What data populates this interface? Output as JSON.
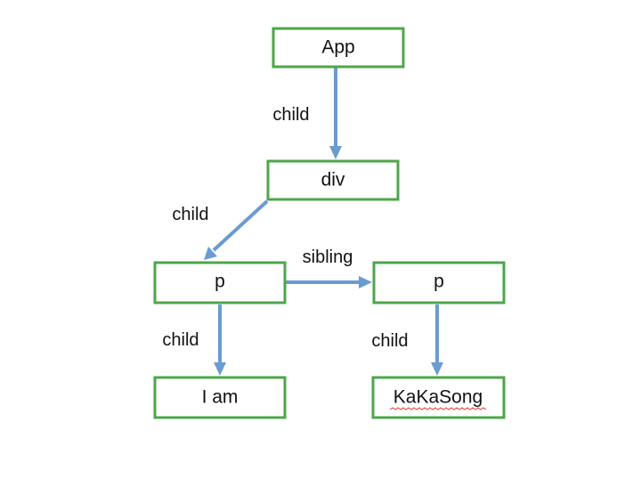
{
  "diagram": {
    "nodes": {
      "app": {
        "label": "App"
      },
      "div": {
        "label": "div"
      },
      "p_left": {
        "label": "p"
      },
      "p_right": {
        "label": "p"
      },
      "text_left": {
        "label": "I am"
      },
      "text_right": {
        "label": "KaKaSong"
      }
    },
    "edges": {
      "app_div": {
        "label": "child"
      },
      "div_p": {
        "label": "child"
      },
      "p_sibling": {
        "label": "sibling"
      },
      "p_left_text": {
        "label": "child"
      },
      "p_right_text": {
        "label": "child"
      }
    },
    "colors": {
      "node_border": "#4ea64b",
      "arrow": "#6b9bd1",
      "spellcheck_underline": "#e03a2e"
    }
  }
}
